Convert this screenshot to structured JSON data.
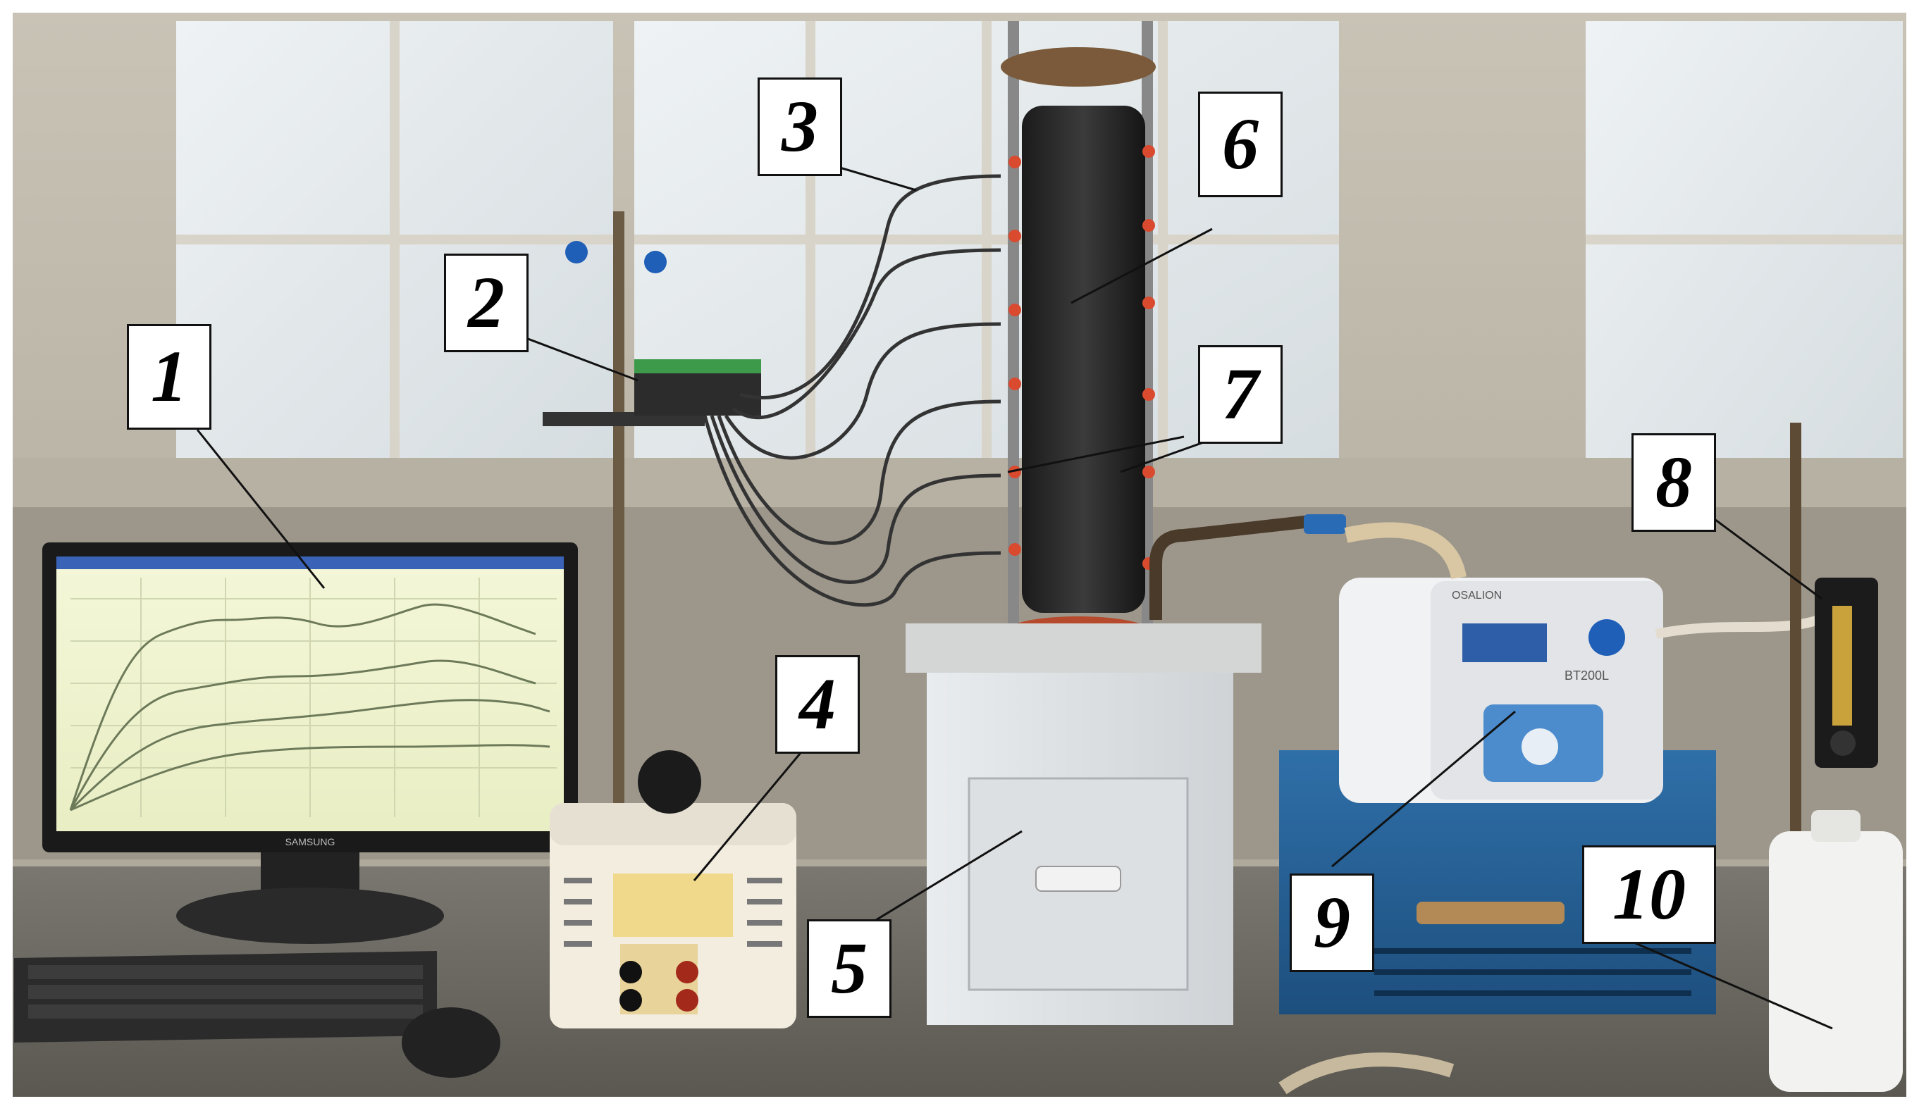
{
  "labels": {
    "l1": "1",
    "l2": "2",
    "l3": "3",
    "l4": "4",
    "l5": "5",
    "l6": "6",
    "l7": "7",
    "l8": "8",
    "l9": "9",
    "l10": "10"
  },
  "device_text": {
    "monitor_brand": "SAMSUNG",
    "pump_brand": "OSALION",
    "pump_model": "BT200L"
  }
}
